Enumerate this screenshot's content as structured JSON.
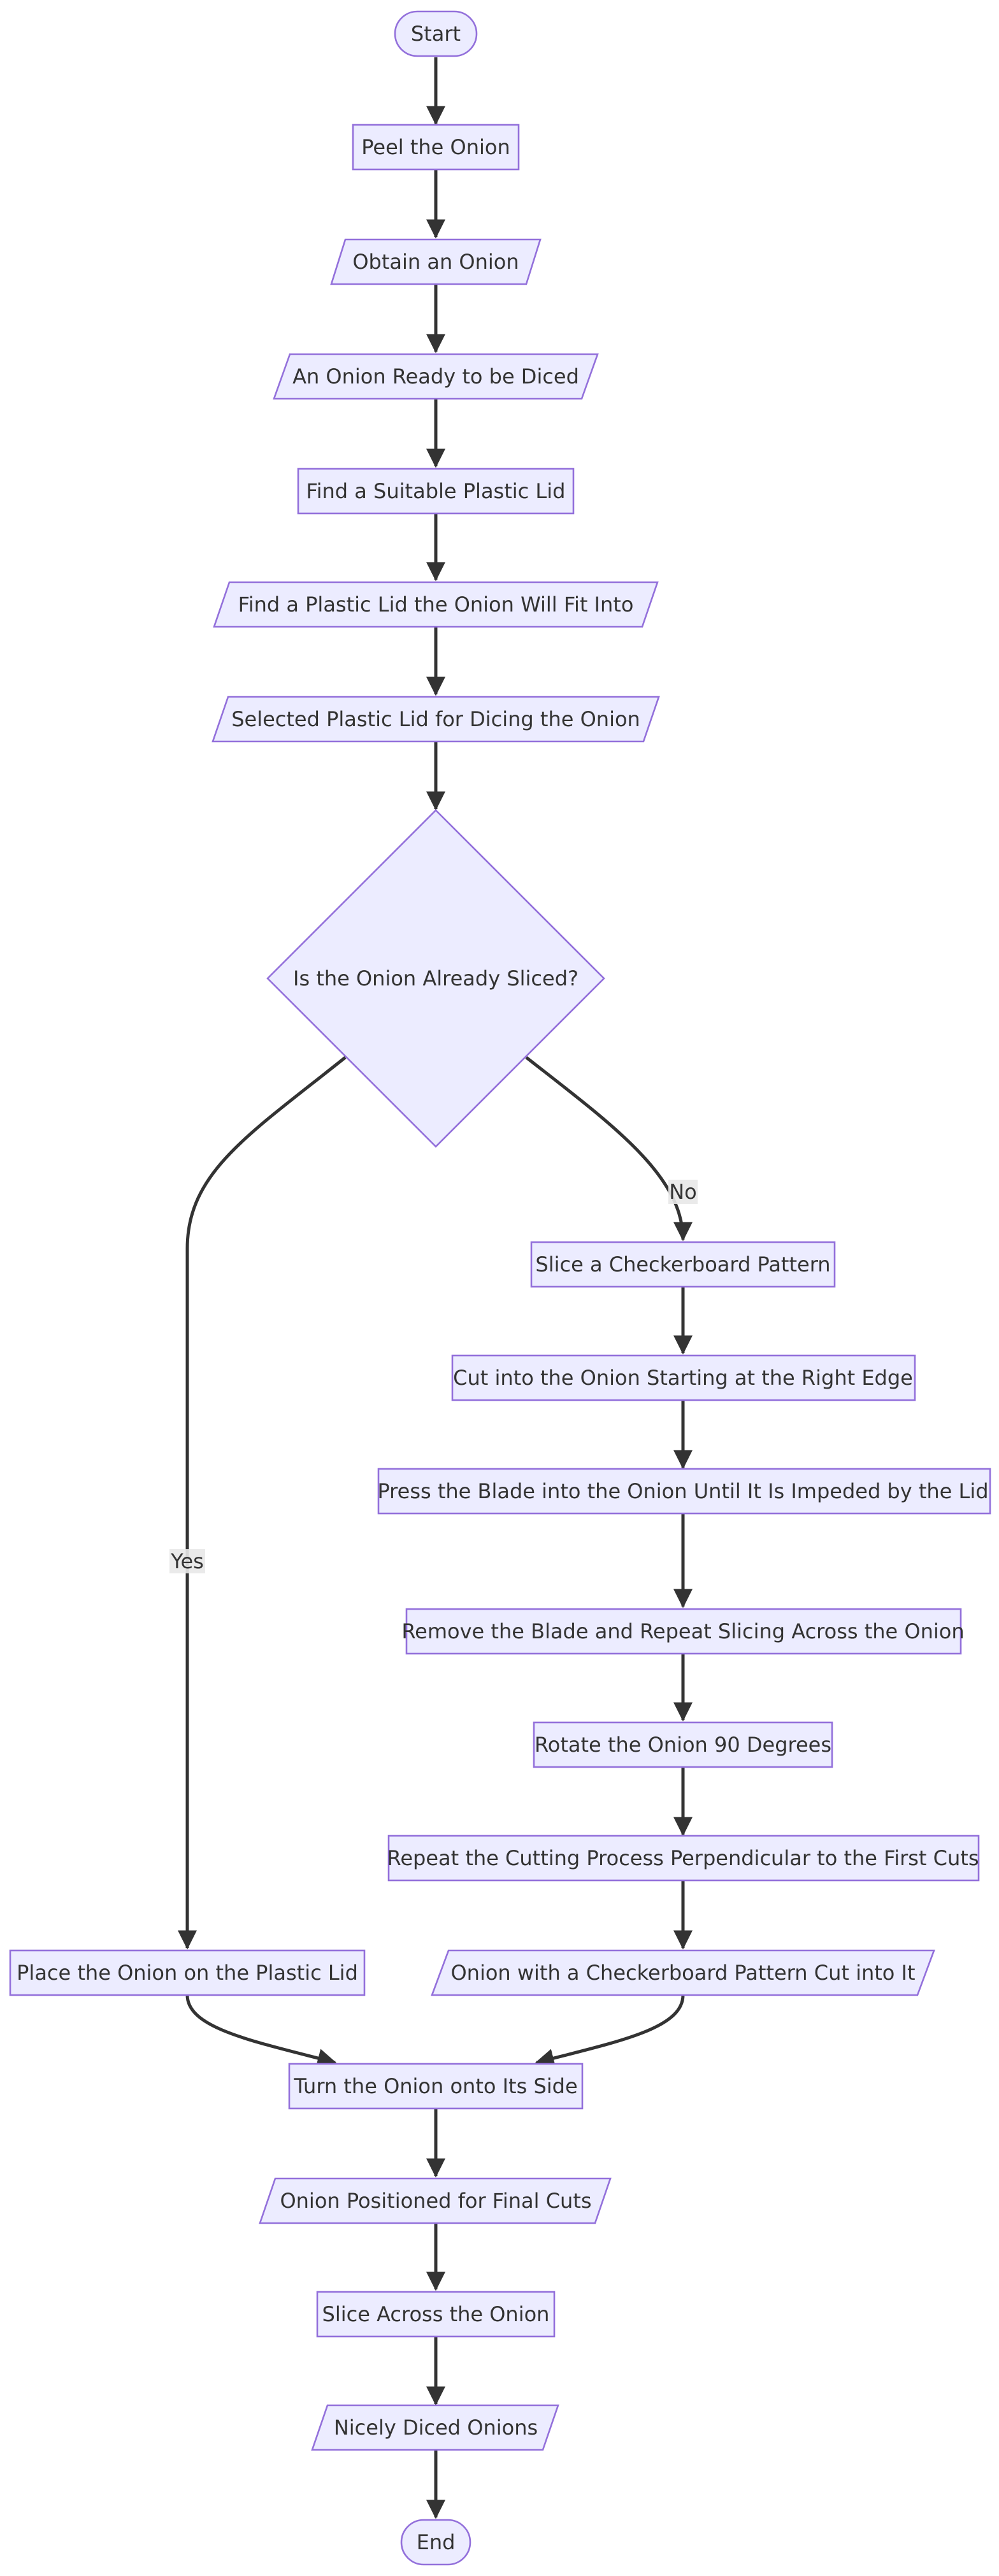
{
  "nodes": {
    "start": {
      "label": "Start",
      "shape": "terminal"
    },
    "peel": {
      "label": "Peel the Onion",
      "shape": "process"
    },
    "obtain": {
      "label": "Obtain an Onion",
      "shape": "io"
    },
    "ready": {
      "label": "An Onion Ready to be Diced",
      "shape": "io"
    },
    "find_lid": {
      "label": "Find a Suitable Plastic Lid",
      "shape": "process"
    },
    "find_fit": {
      "label": "Find a Plastic Lid the Onion Will Fit Into",
      "shape": "io"
    },
    "selected": {
      "label": "Selected Plastic Lid for Dicing the Onion",
      "shape": "io"
    },
    "decision": {
      "label": "Is the Onion Already Sliced?",
      "shape": "decision"
    },
    "checker": {
      "label": "Slice a Checkerboard Pattern",
      "shape": "process"
    },
    "cut_right": {
      "label": "Cut into the Onion Starting at the Right Edge",
      "shape": "process"
    },
    "press": {
      "label": "Press the Blade into the Onion Until It Is Impeded by the Lid",
      "shape": "process"
    },
    "remove": {
      "label": "Remove the Blade and Repeat Slicing Across the Onion",
      "shape": "process"
    },
    "rotate": {
      "label": "Rotate the Onion 90 Degrees",
      "shape": "process"
    },
    "repeat": {
      "label": "Repeat the Cutting Process Perpendicular to the First Cuts",
      "shape": "process"
    },
    "place": {
      "label": "Place the Onion on the Plastic Lid",
      "shape": "process"
    },
    "checker_io": {
      "label": "Onion with a Checkerboard Pattern Cut into It",
      "shape": "io"
    },
    "turn": {
      "label": "Turn the Onion onto Its Side",
      "shape": "process"
    },
    "positioned": {
      "label": "Onion Positioned for Final Cuts",
      "shape": "io"
    },
    "slice_across": {
      "label": "Slice Across the Onion",
      "shape": "process"
    },
    "diced": {
      "label": "Nicely Diced Onions",
      "shape": "io"
    },
    "end": {
      "label": "End",
      "shape": "terminal"
    }
  },
  "edges": [
    {
      "from": "start",
      "to": "peel"
    },
    {
      "from": "peel",
      "to": "obtain"
    },
    {
      "from": "obtain",
      "to": "ready"
    },
    {
      "from": "ready",
      "to": "find_lid"
    },
    {
      "from": "find_lid",
      "to": "find_fit"
    },
    {
      "from": "find_fit",
      "to": "selected"
    },
    {
      "from": "selected",
      "to": "decision"
    },
    {
      "from": "decision",
      "to": "checker",
      "label": "No"
    },
    {
      "from": "decision",
      "to": "place",
      "label": "Yes"
    },
    {
      "from": "checker",
      "to": "cut_right"
    },
    {
      "from": "cut_right",
      "to": "press"
    },
    {
      "from": "press",
      "to": "remove"
    },
    {
      "from": "remove",
      "to": "rotate"
    },
    {
      "from": "rotate",
      "to": "repeat"
    },
    {
      "from": "repeat",
      "to": "checker_io"
    },
    {
      "from": "place",
      "to": "turn"
    },
    {
      "from": "checker_io",
      "to": "turn"
    },
    {
      "from": "turn",
      "to": "positioned"
    },
    {
      "from": "positioned",
      "to": "slice_across"
    },
    {
      "from": "slice_across",
      "to": "diced"
    },
    {
      "from": "diced",
      "to": "end"
    }
  ],
  "colors": {
    "node_fill": "#ECECFF",
    "node_stroke": "#9370DB",
    "edge": "#333333",
    "text": "#333333",
    "edge_label_bg": "#e8e8e8"
  }
}
